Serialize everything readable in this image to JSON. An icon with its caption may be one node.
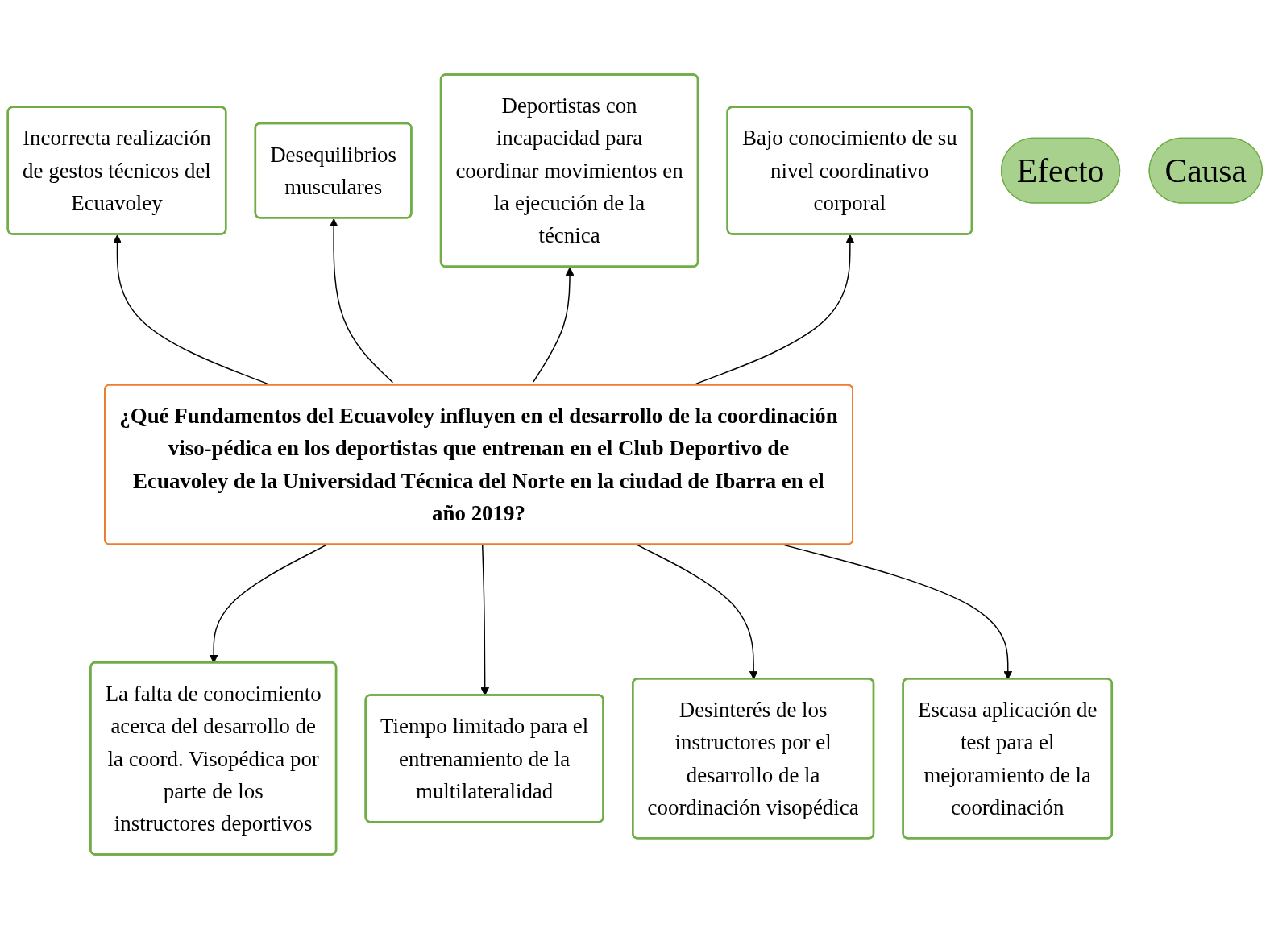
{
  "diagram": {
    "nodes": [
      {
        "text": [
          "Incorrecta realización de gestos técnicos del Ecuavoley"
        ]
      },
      {
        "text": [
          "Desequilibrios musculares"
        ]
      },
      {
        "text": [
          "Deportistas con incapacidad para coordinar movimientos en la ejecución de la técnica"
        ]
      },
      {
        "text": [
          "Bajo conocimiento de su nivel coordinativo corporal"
        ]
      },
      {
        "text": [
          "Efecto"
        ]
      },
      {
        "text": [
          "¿Qué Fundamentos del Ecuavoley influyen en el desarrollo de la coordinación viso-pédica en los deportistas que entrenan en el Club Deportivo de Ecuavoley de la Universidad Técnica del Norte en la ciudad de Ibarra en el año 2019?"
        ]
      },
      {
        "text": [
          "Causa"
        ]
      },
      {
        "text": [
          "La falta de conocimiento acerca del desarrollo de la coord. Visopédica por parte de los instructores deportivos"
        ]
      },
      {
        "text": [
          "Tiempo limitado para el entrenamiento de la multilateralidad"
        ]
      },
      {
        "text": [
          "Desinterés de los instructores por el desarrollo de la coordinación visopédica"
        ]
      },
      {
        "text": [
          "Escasa aplicación de test para el mejoramiento de la coordinación"
        ]
      }
    ],
    "edges": [
      {
        "from": 5,
        "to": 0,
        "arrow": "to"
      },
      {
        "from": 5,
        "to": 1,
        "arrow": "to"
      },
      {
        "from": 5,
        "to": 2,
        "arrow": "to"
      },
      {
        "from": 5,
        "to": 3,
        "arrow": "to"
      },
      {
        "from": 5,
        "to": 7,
        "arrow": "to"
      },
      {
        "from": 5,
        "to": 8,
        "arrow": "to"
      },
      {
        "from": 5,
        "to": 9,
        "arrow": "to"
      },
      {
        "from": 5,
        "to": 10,
        "arrow": "to"
      }
    ]
  }
}
